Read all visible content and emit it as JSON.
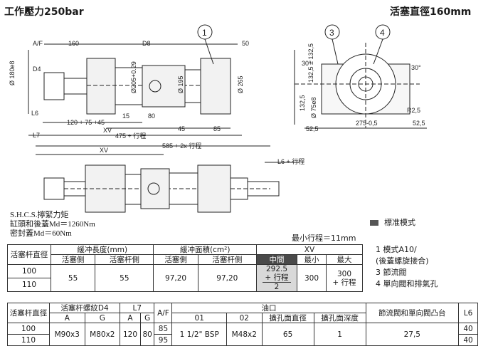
{
  "header": {
    "pressure": "工作壓力250bar",
    "piston_diameter": "活塞直徑160mm"
  },
  "drawing": {
    "callouts": [
      "1",
      "3",
      "4"
    ],
    "side_labels": {
      "af": "A/F",
      "d4": "D4",
      "d8": "D8",
      "l6": "L6",
      "l7": "L7",
      "xv": "XV",
      "d180": "Ø 180e8",
      "d205": "Ø205+0.29",
      "d195": "Ø 195",
      "d265": "Ø 265",
      "dim160": "160",
      "dim50": "50",
      "dim120_75_45": "120 + 75 +45",
      "dim15": "15",
      "dim80": "80",
      "dim45": "45",
      "dim85": "85",
      "dim475": "475 + 行程",
      "dim585": "585 + 2x 行程",
      "dim_xv2": "XV",
      "l6_stroke": "L6 + 行程"
    },
    "end_labels": {
      "angle30a": "30°",
      "angle30b": "30°",
      "dim132a": "132,5 ± 132,5",
      "dim132b": "132,5",
      "d75": "Ø 75e8",
      "r25": "R2,5",
      "dim52a": "52,5",
      "dim275": "275-0,5",
      "dim52b": "52,5"
    }
  },
  "notes": {
    "line1": "S.H.C.S.擰緊力矩",
    "line2": "缸頭和後蓋Md＝1260Nm",
    "line3": "密封蓋Md＝60Nm"
  },
  "legend": {
    "standard": "標准模式",
    "min_stroke": "最小行程＝11mm"
  },
  "side_notes": [
    "1  模式A10/",
    "    (後蓋螺旋接合)",
    "3  節流閥",
    "4  單向閥和排氣孔"
  ],
  "table1": {
    "h_rod": "活塞杆直徑",
    "h_cush_len": "緩冲長度(mm)",
    "h_cush_area": "緩冲面積(cm²)",
    "h_xv": "XV",
    "h_piston_side": "活塞側",
    "h_rod_side": "活塞杆側",
    "h_piston_side2": "活塞側",
    "h_rod_side2": "活塞杆側",
    "h_mid": "中間",
    "h_min": "最小",
    "h_max": "最大",
    "r1": "100",
    "r2": "110",
    "v_len_p": "55",
    "v_len_r": "55",
    "v_area_p": "97,20",
    "v_area_r": "97,20",
    "v_mid_a": "292.5",
    "v_mid_b": "+ 行程",
    "v_mid_c": "2",
    "v_min": "300",
    "v_max_a": "300",
    "v_max_b": "+ 行程"
  },
  "table2": {
    "h_rod": "活塞杆直徑",
    "h_thread": "活塞杆螺紋D4",
    "h_l7": "L7",
    "h_af": "A/F",
    "h_port": "油口",
    "h_boss": "節流閥和單向閥凸台",
    "h_l6": "L6",
    "h_a": "A",
    "h_g": "G",
    "h_a2": "A",
    "h_g2": "G",
    "h_01": "01",
    "h_02": "02",
    "h_bore_d": "擴孔面直徑",
    "h_bore_depth": "擴孔面深度",
    "r1": "100",
    "r2": "110",
    "v_a": "M90x3",
    "v_g": "M80x2",
    "v_l7a": "120",
    "v_l7g": "80",
    "v_af1": "85",
    "v_af2": "95",
    "v_01": "1 1/2\" BSP",
    "v_02": "M48x2",
    "v_bd": "65",
    "v_bdep": "1",
    "v_boss": "27,5",
    "v_l6a": "40",
    "v_l6b": "40"
  }
}
